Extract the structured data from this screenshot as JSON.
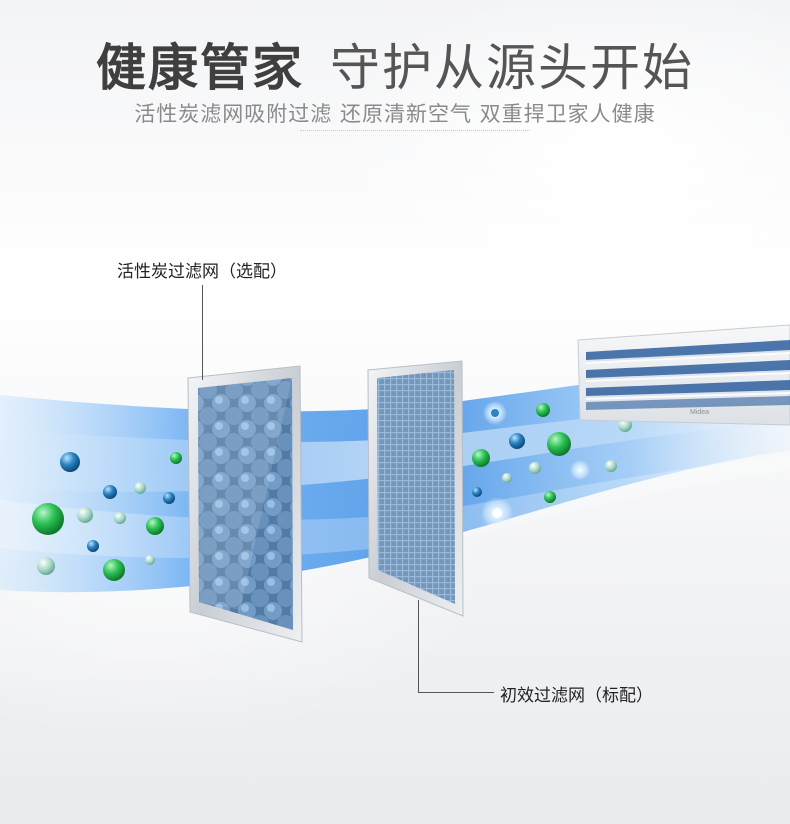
{
  "header": {
    "title": "健康管家",
    "tagline": "守护从源头开始",
    "subtitle": "活性炭滤网吸附过滤 还原清新空气 双重捍卫家人健康"
  },
  "callouts": {
    "carbon_filter": "活性炭过滤网（选配）",
    "primary_filter": "初效过滤网（标配）"
  },
  "unit": {
    "brand_mark": "Midea"
  },
  "colors": {
    "airflow_blue": "#3f8fe6",
    "particle_green": "#1fb04a",
    "particle_blue": "#1f6fa8",
    "frame_silver": "#d9dde2",
    "title_gray": "#4a4a4a"
  }
}
